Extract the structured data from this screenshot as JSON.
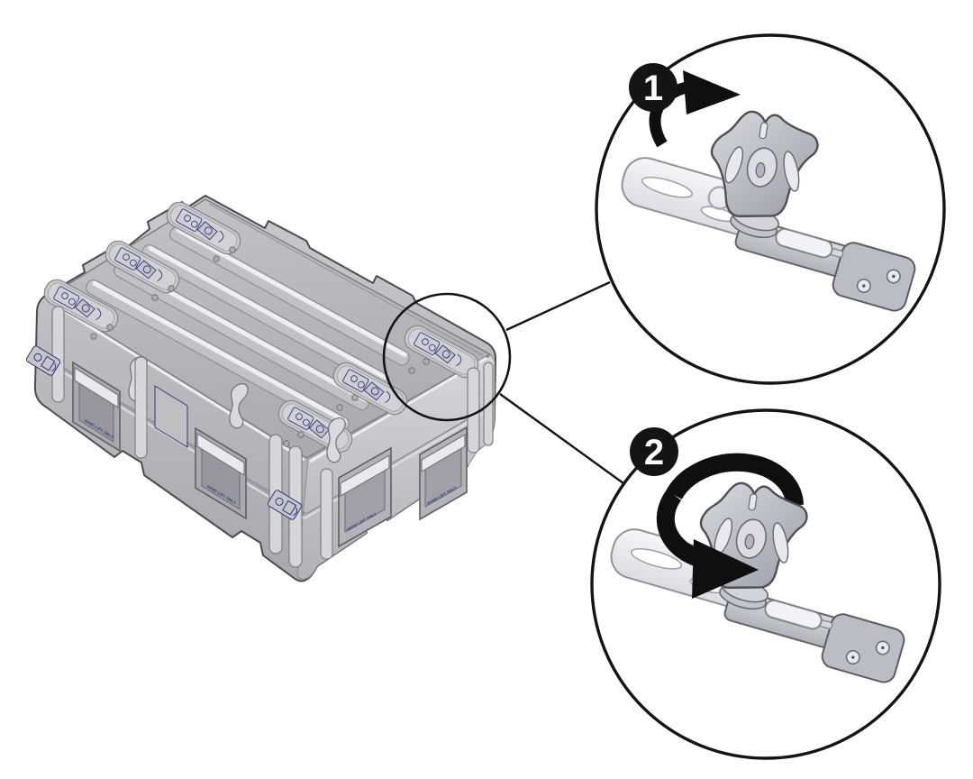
{
  "illustration": {
    "kind": "shipping-case-latch-operation-diagram",
    "steps": [
      {
        "number": "1",
        "action_icon": "flip-latch-wing-up-arrow"
      },
      {
        "number": "2",
        "action_icon": "rotate-latch-wing-arrow"
      }
    ],
    "case": {
      "handle_label": "HAND LIFT ONLY",
      "handle_count": 4,
      "top_latch_count": 6
    },
    "colors": {
      "background": "#ffffff",
      "outline_black": "#141414",
      "case_gray": "#b7b7ba",
      "case_light": "#d8d8db",
      "navy_accent": "#34347c",
      "arrow_black": "#0f0f0f",
      "metal_light": "#ededf1",
      "metal_mid": "#b5b5bd"
    }
  }
}
